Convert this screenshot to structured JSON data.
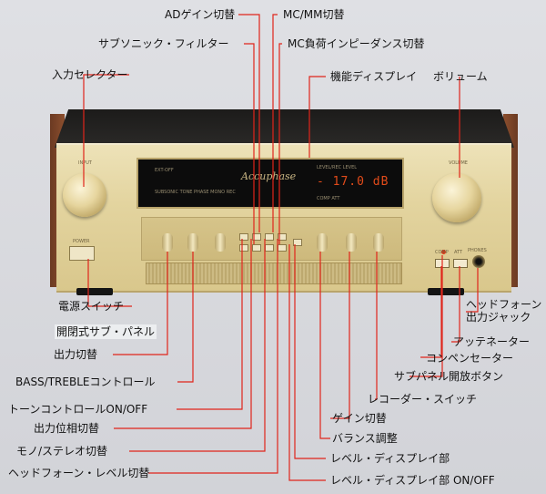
{
  "labels": {
    "ad_gain": "ADゲイン切替",
    "mc_mm": "MC/MM切替",
    "subsonic": "サブソニック・フィルター",
    "mc_load": "MC負荷インピーダンス切替",
    "input_selector": "入力セレクター",
    "function_display": "機能ディスプレイ",
    "volume": "ボリューム",
    "power_switch": "電源スイッチ",
    "sub_panel": "開閉式サブ・パネル",
    "headphone_jack": "ヘッドフォーン\n出力ジャック",
    "output_switch": "出力切替",
    "attenuator": "アッテネーター",
    "compensator": "コンペンセーター",
    "bass_treble": "BASS/TREBLEコントロール",
    "sub_panel_button": "サブパネル開放ボタン",
    "tone_onoff": "トーンコントロールON/OFF",
    "recorder_switch": "レコーダー・スイッチ",
    "phase_switch": "出力位相切替",
    "gain_switch": "ゲイン切替",
    "mono_stereo": "モノ/ステレオ切替",
    "balance": "バランス調整",
    "headphone_level": "ヘッドフォーン・レベル切替",
    "level_display": "レベル・ディスプレイ部",
    "level_display_onoff": "レベル・ディスプレイ部 ON/OFF"
  },
  "device": {
    "brand": "Accuphase",
    "display_value": "- 17.0 dB",
    "input_label": "INPUT",
    "volume_label": "VOLUME",
    "level_label": "LEVEL/REC LEVEL",
    "power_label": "POWER",
    "phones_label": "PHONES",
    "comp_label": "COMP",
    "att_label": "ATT"
  },
  "colors": {
    "background": "#d6d7dc",
    "line": "#e0251b",
    "display": "#e24b1a",
    "gold": "#e3d49f"
  }
}
